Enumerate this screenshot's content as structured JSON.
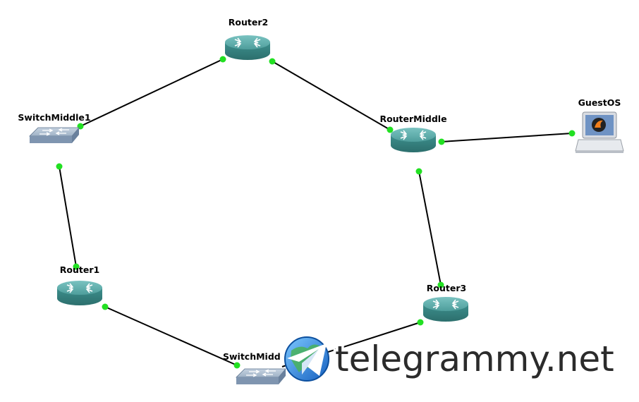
{
  "topology": {
    "nodes": [
      {
        "id": "router2",
        "label": "Router2",
        "type": "router"
      },
      {
        "id": "switchmiddle1",
        "label": "SwitchMiddle1",
        "type": "switch"
      },
      {
        "id": "routermiddle",
        "label": "RouterMiddle",
        "type": "router"
      },
      {
        "id": "guestos",
        "label": "GuestOS",
        "type": "host"
      },
      {
        "id": "router1",
        "label": "Router1",
        "type": "router"
      },
      {
        "id": "router3",
        "label": "Router3",
        "type": "router"
      },
      {
        "id": "switchmiddle2",
        "label": "SwitchMidd",
        "type": "switch"
      }
    ],
    "links": [
      {
        "from": "switchmiddle1",
        "to": "router2"
      },
      {
        "from": "router2",
        "to": "routermiddle"
      },
      {
        "from": "routermiddle",
        "to": "guestos"
      },
      {
        "from": "routermiddle",
        "to": "router3"
      },
      {
        "from": "switchmiddle1",
        "to": "router1"
      },
      {
        "from": "router1",
        "to": "switchmiddle2"
      },
      {
        "from": "switchmiddle2",
        "to": "router3"
      }
    ],
    "colors": {
      "router": "#3d8f8d",
      "switch": "#8ea4bd",
      "link": "#000000",
      "port": "#22e022"
    }
  },
  "watermark": {
    "text": "telegrammy.net",
    "icon": "telegram-globe-icon"
  }
}
